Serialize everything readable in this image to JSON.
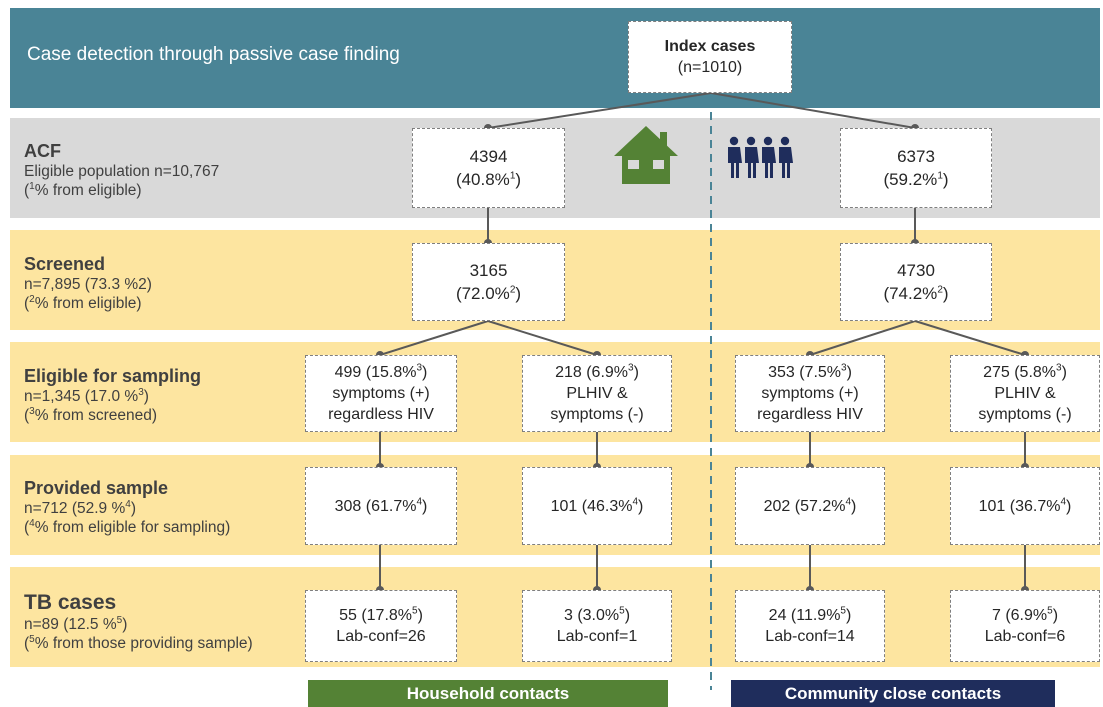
{
  "header": {
    "title": "Case detection through passive case finding"
  },
  "index": {
    "title": "Index cases",
    "n": "(n=1010)"
  },
  "rows": {
    "acf": {
      "heading": "ACF",
      "line1": "Eligible population n=10,767",
      "note_sup": "1",
      "note_text": "% from eligible"
    },
    "screened": {
      "heading": "Screened",
      "line1": "n=7,895 (73.3 %2)",
      "note_sup": "2",
      "note_text": "% from eligible"
    },
    "eligible": {
      "heading": "Eligible  for sampling",
      "line1_pre": "n=1,345 (17.0 %",
      "line1_sup": "3",
      "line1_post": ")",
      "note_sup": "3",
      "note_text": "% from screened"
    },
    "provided": {
      "heading": "Provided sample",
      "line1_pre": "n=712 (52.9 %",
      "line1_sup": "4",
      "line1_post": ")",
      "note_sup": "4",
      "note_text": "% from eligible for sampling"
    },
    "tb": {
      "heading": "TB cases",
      "line1_pre": "n=89 (12.5 %",
      "line1_sup": "5",
      "line1_post": ")",
      "note_sup": "5",
      "note_text": "% from those providing sample"
    }
  },
  "household": {
    "acf": {
      "value": "4394",
      "pct": "(40.8%",
      "sup": "1",
      "close": ")"
    },
    "screened": {
      "value": "3165",
      "pct": "(72.0%",
      "sup": "2",
      "close": ")"
    },
    "elig_a": {
      "line1": "499 (15.8%",
      "sup": "3",
      "close": ")",
      "line2": "symptoms (+)",
      "line3": "regardless HIV"
    },
    "elig_b": {
      "line1": "218 (6.9%",
      "sup": "3",
      "close": ")",
      "line2": "PLHIV &",
      "line3": "symptoms (-)"
    },
    "prov_a": {
      "line1": "308 (61.7%",
      "sup": "4",
      "close": ")"
    },
    "prov_b": {
      "line1": "101 (46.3%",
      "sup": "4",
      "close": ")"
    },
    "tb_a": {
      "line1": "55 (17.8%",
      "sup": "5",
      "close": ")",
      "line2": "Lab-conf=26"
    },
    "tb_b": {
      "line1": "3 (3.0%",
      "sup": "5",
      "close": ")",
      "line2": "Lab-conf=1"
    }
  },
  "community": {
    "acf": {
      "value": "6373",
      "pct": "(59.2%",
      "sup": "1",
      "close": ")"
    },
    "screened": {
      "value": "4730",
      "pct": "(74.2%",
      "sup": "2",
      "close": ")"
    },
    "elig_a": {
      "line1": "353 (7.5%",
      "sup": "3",
      "close": ")",
      "line2": "symptoms (+)",
      "line3": "regardless HIV"
    },
    "elig_b": {
      "line1": "275 (5.8%",
      "sup": "3",
      "close": ")",
      "line2": "PLHIV &",
      "line3": "symptoms (-)"
    },
    "prov_a": {
      "line1": "202 (57.2%",
      "sup": "4",
      "close": ")"
    },
    "prov_b": {
      "line1": "101 (36.7%",
      "sup": "4",
      "close": ")"
    },
    "tb_a": {
      "line1": "24 (11.9%",
      "sup": "5",
      "close": ")",
      "line2": "Lab-conf=14"
    },
    "tb_b": {
      "line1": "7 (6.9%",
      "sup": "5",
      "close": ")",
      "line2": "Lab-conf=6"
    }
  },
  "footer": {
    "household_label": "Household contacts",
    "community_label": "Community close contacts"
  },
  "colors": {
    "header_band": "#4a8496",
    "acf_band": "#d9d9d9",
    "yellow_band": "#fde5a0",
    "household_green": "#548235",
    "community_navy": "#1f2d5c",
    "house_icon": "#548235",
    "people_icon": "#1f2d5c",
    "divider": "#4a8496"
  },
  "icons": {
    "household": "house-icon",
    "community": "people-icon"
  }
}
